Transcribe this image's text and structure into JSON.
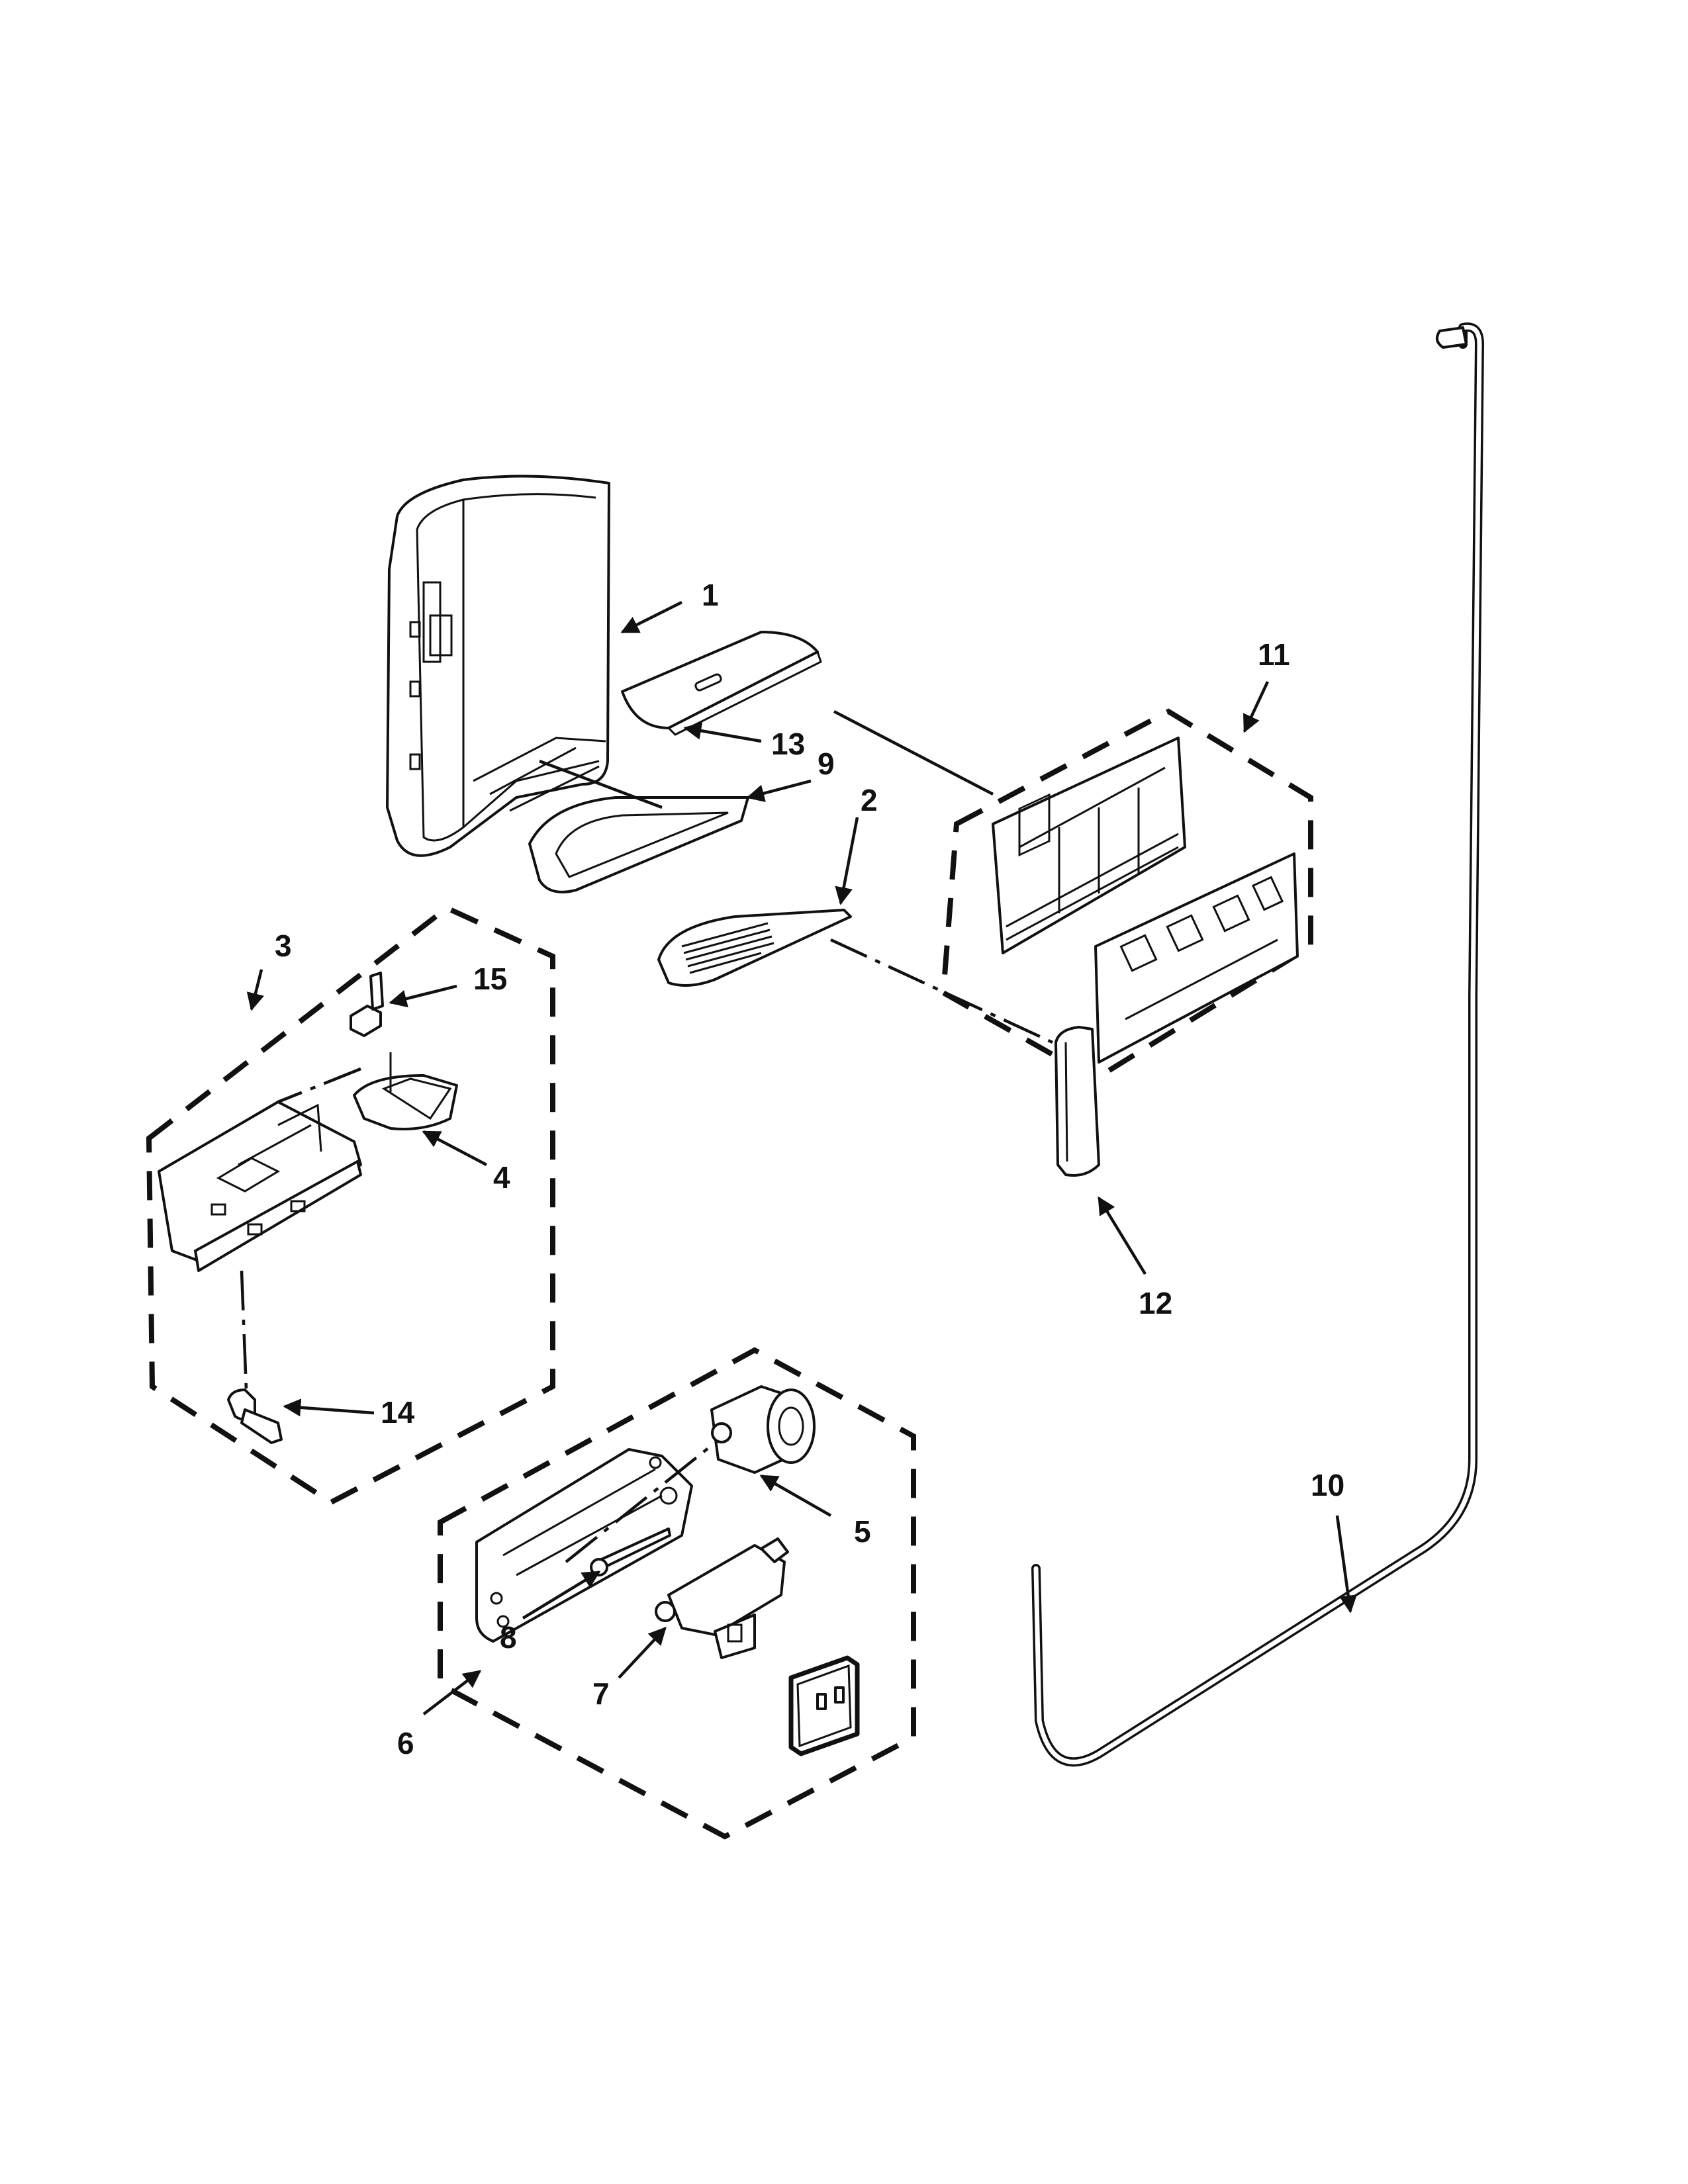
{
  "callouts": {
    "1": "1",
    "2": "2",
    "3": "3",
    "4": "4",
    "5": "5",
    "6": "6",
    "7": "7",
    "8": "8",
    "9": "9",
    "10": "10",
    "11": "11",
    "12": "12",
    "13": "13",
    "14": "14",
    "15": "15"
  }
}
